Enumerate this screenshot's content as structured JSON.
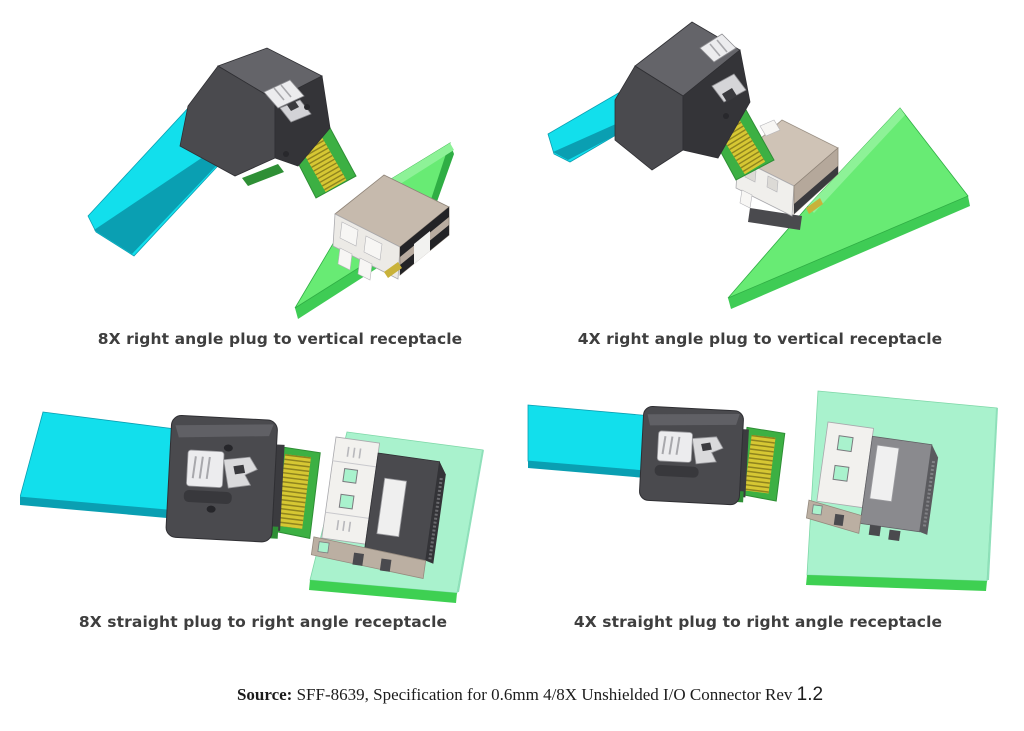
{
  "figures": [
    {
      "caption": "8X right angle plug to vertical receptacle"
    },
    {
      "caption": "4X right angle plug to vertical receptacle"
    },
    {
      "caption": "8X straight plug to right angle receptacle"
    },
    {
      "caption": "4X straight plug to right angle receptacle"
    }
  ],
  "source_line": {
    "label": "Source:",
    "text": "SFF-8639, Specification for 0.6mm 4/8X Unshielded I/O Connector Rev",
    "revision": "1.2"
  },
  "colors": {
    "background": "#FFFFFF",
    "caption_text": "#3E3E3E",
    "source_text": "#1C1C1C",
    "cable_cyan": "#12DFEC",
    "cable_cyan_edge": "#0A9FB2",
    "plug_housing_gray": "#4A4A4E",
    "plug_housing_light": "#646469",
    "plug_housing_dark": "#343438",
    "paddle_green": "#3CB043",
    "paddle_green_dark": "#2E8F35",
    "contact_gold": "#D6C733",
    "contact_gold_dark": "#8F841E",
    "board_green_top": "#68EB74",
    "board_green_edge": "#3FCC55",
    "board_mint": "#A9F2CD",
    "board_mint_edge": "#3ED052",
    "receptacle_tan": "#C6BAAD",
    "receptacle_white": "#F2F1EE",
    "receptacle_gray": "#8A8A8E",
    "receptacle_black": "#232326",
    "latch_metal": "#ECECEE"
  }
}
